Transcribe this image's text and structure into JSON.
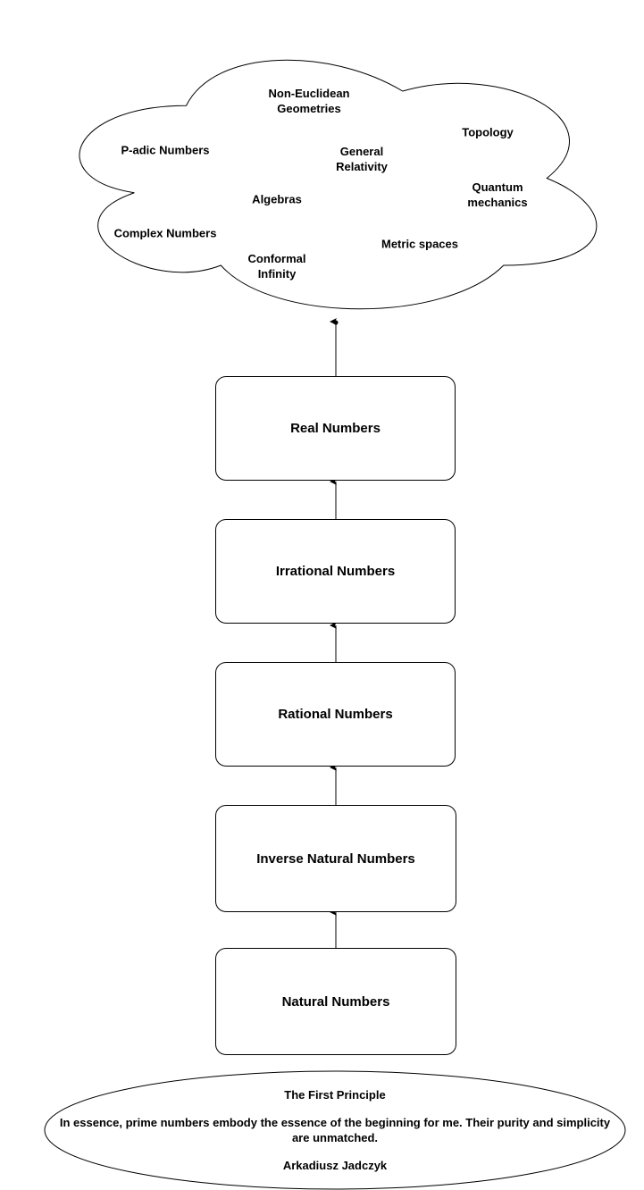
{
  "cloud": {
    "items": [
      "Non-Euclidean\nGeometries",
      "P-adic Numbers",
      "General\nRelativity",
      "Topology",
      "Quantum\nmechanics",
      "Algebras",
      "Complex Numbers",
      "Metric spaces",
      "Conformal\nInfinity"
    ]
  },
  "boxes": [
    "Real Numbers",
    "Irrational Numbers",
    "Rational Numbers",
    "Inverse Natural Numbers",
    "Natural Numbers"
  ],
  "principle": {
    "title": "The First Principle",
    "quote": "In essence, prime numbers embody the essence of the beginning for me. Their purity and simplicity are unmatched.",
    "author": "Arkadiusz Jadczyk"
  }
}
